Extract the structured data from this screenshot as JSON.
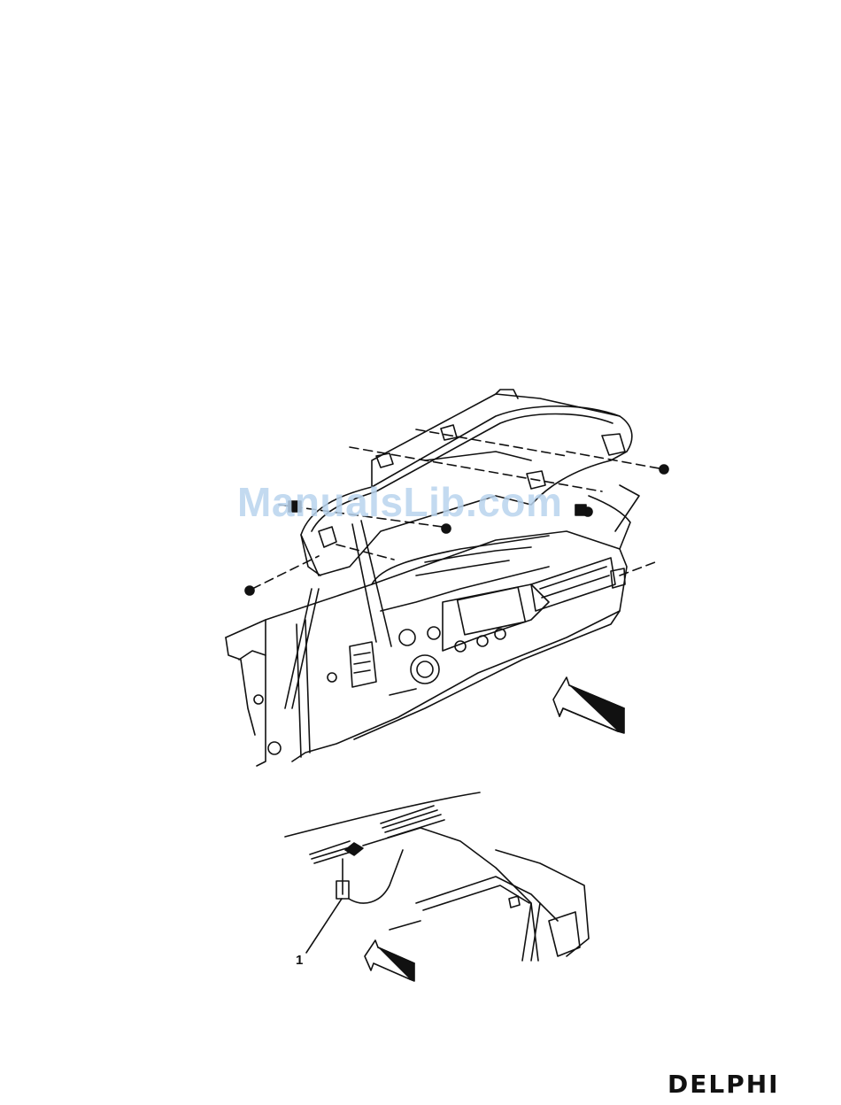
{
  "watermark": {
    "text": "ManualsLib.com"
  },
  "callouts": [
    {
      "label": "1"
    }
  ],
  "footer": {
    "logo": "DELPHI"
  },
  "colors": {
    "line": "#111111",
    "watermark": "#b9d4ee"
  },
  "icons": {
    "front_arrow_top": "arrow-left-up-icon",
    "front_arrow_bottom": "arrow-left-up-icon"
  }
}
